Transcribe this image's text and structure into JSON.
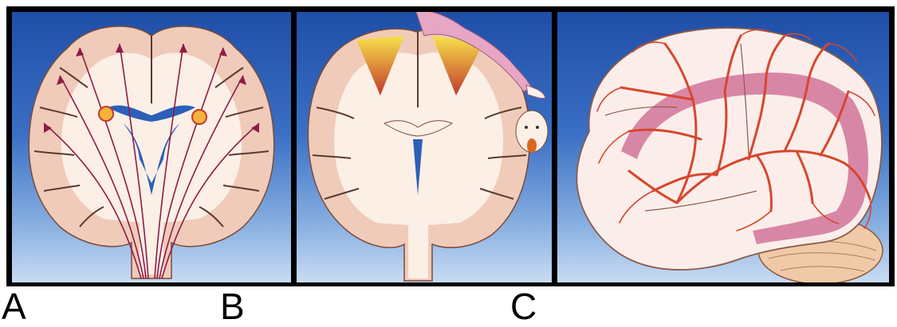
{
  "panels": [
    {
      "label": "A"
    },
    {
      "label": "B"
    },
    {
      "label": "C"
    }
  ],
  "colors": {
    "background_top": "#1f4ea8",
    "background_bottom": "#c8dcf3",
    "brain_tissue": "#f3d3c4",
    "white_matter": "#fbf1ea",
    "fiber_tracts": "#8e1b46",
    "arteries": "#d8462e",
    "highlight": "#d1739a"
  }
}
